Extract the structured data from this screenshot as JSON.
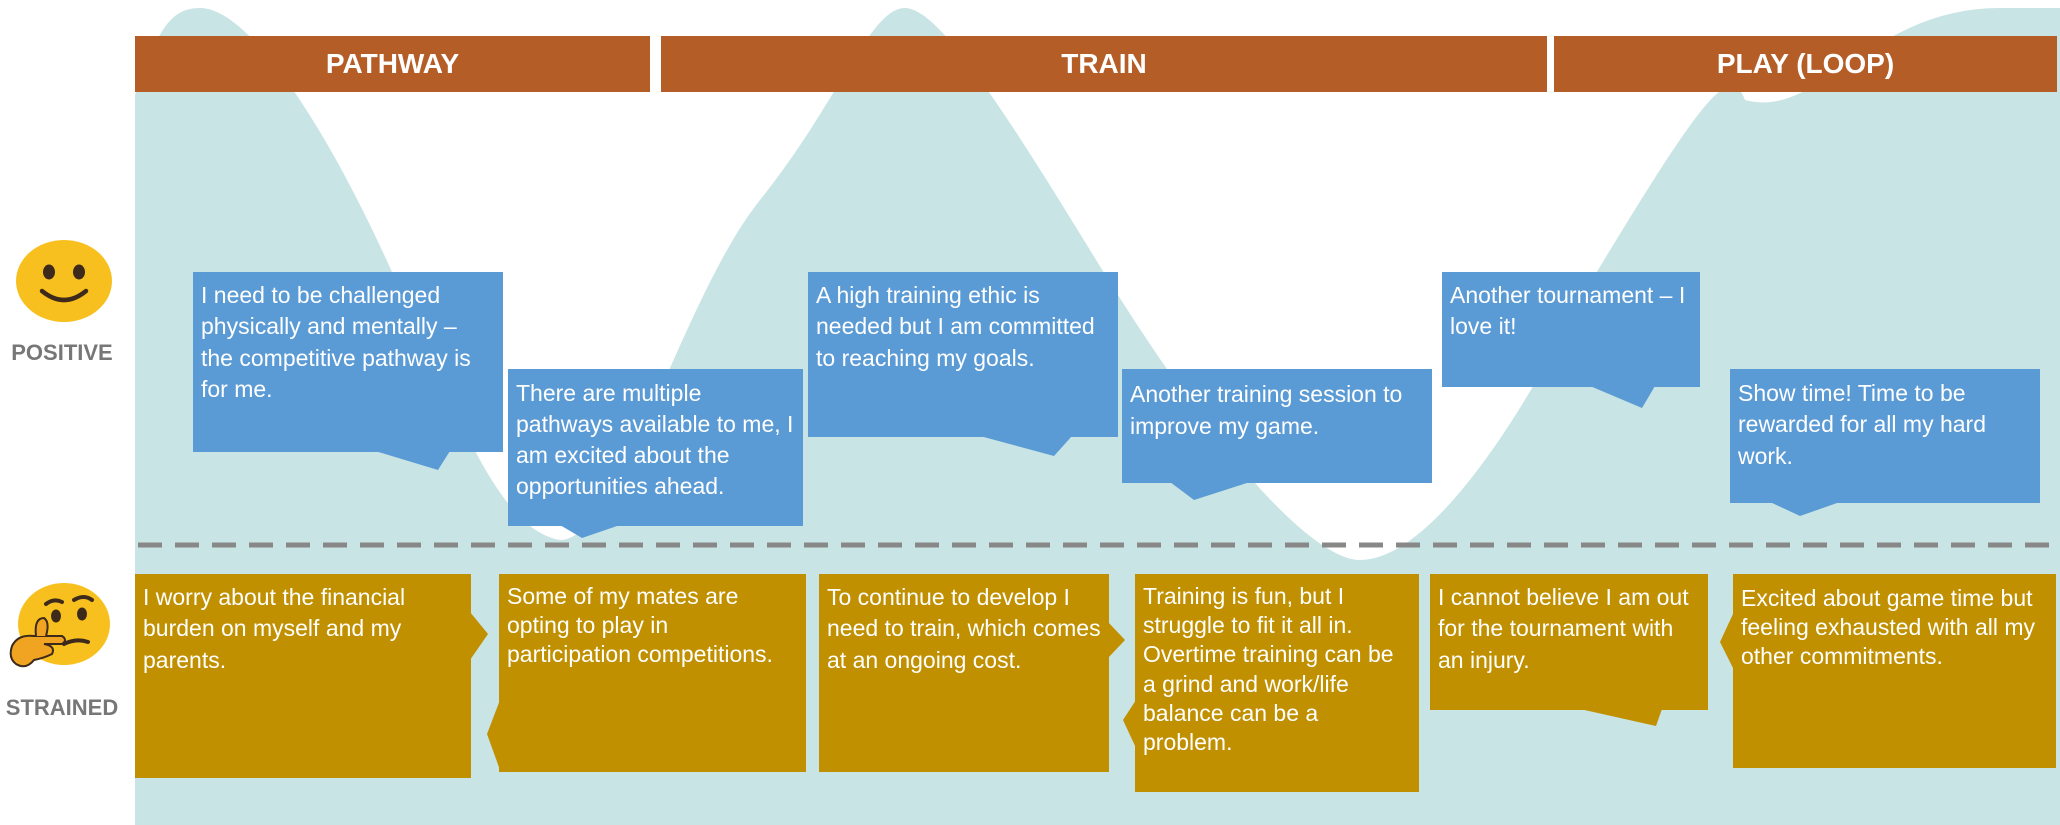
{
  "phases": [
    {
      "label": "PATHWAY"
    },
    {
      "label": "TRAIN"
    },
    {
      "label": "PLAY (LOOP)"
    }
  ],
  "emotions": {
    "positive": {
      "label": "POSITIVE",
      "icon": "smiling-face-icon"
    },
    "strained": {
      "label": "STRAINED",
      "icon": "thinking-face-icon"
    }
  },
  "notes": {
    "positive": [
      {
        "text": "I need to be challenged physically and mentally – the competitive pathway is for me."
      },
      {
        "text": "There are multiple pathways available to me, I am excited about the opportunities ahead."
      },
      {
        "text": "A high training ethic is needed but I am committed to reaching my goals."
      },
      {
        "text": "Another training session to improve my game."
      },
      {
        "text": "Another tournament – I love it!"
      },
      {
        "text": "Show time! Time to be rewarded for all my hard work."
      }
    ],
    "strained": [
      {
        "text": "I worry about the financial burden on myself and my parents."
      },
      {
        "text": "Some of my mates are opting to play in participation competitions."
      },
      {
        "text": "To continue to develop I need to train, which comes at an ongoing cost."
      },
      {
        "text": "Training is fun, but I struggle to fit it all in. Overtime training can be a grind and work/life balance can be a problem."
      },
      {
        "text": "I cannot believe I am out for the tournament with an injury."
      },
      {
        "text": "Excited about game time but feeling exhausted with all my other commitments."
      }
    ]
  },
  "colors": {
    "phase_bar": "#b55d27",
    "positive_note": "#5b9bd5",
    "strained_note": "#c09000",
    "wave_fill": "#c9e4e4",
    "divider": "#888888",
    "legend_text": "#777777"
  }
}
